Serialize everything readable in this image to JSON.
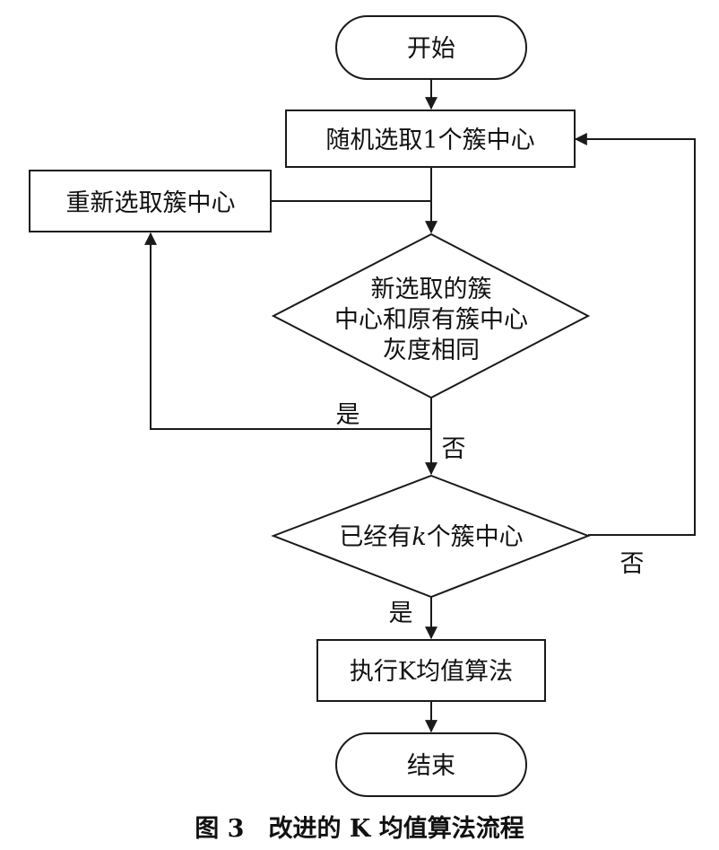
{
  "flowchart": {
    "start_label": "开始",
    "step_random_pick": "随机选取1个簇中心",
    "step_reselect": "重新选取簇中心",
    "decision_same_gray": [
      "新选取的簇",
      "中心和原有簇中心",
      "灰度相同"
    ],
    "decision_k_prefix": "已经有",
    "decision_k_var": "k",
    "decision_k_suffix": "个簇中心",
    "step_execute": "执行K均值算法",
    "end_label": "结束",
    "yes_label_1": "是",
    "no_label_1": "否",
    "no_label_2": "否",
    "yes_label_2": "是"
  },
  "caption": "图 3　改进的 K 均值算法流程"
}
